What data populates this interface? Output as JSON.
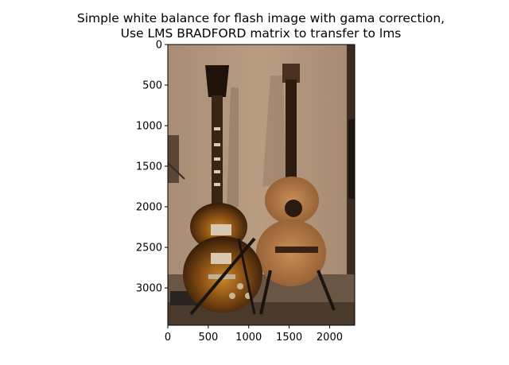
{
  "title_lines": [
    "Simple white balance for flash image with gama correction,",
    "Use LMS BRADFORD matrix to transfer to lms"
  ],
  "chart_data": {
    "type": "image",
    "title": "Simple white balance for flash image with gama correction,\nUse LMS BRADFORD matrix to transfer to lms",
    "image_extent": {
      "width": 2310,
      "height": 3460
    },
    "xlim": [
      0,
      2310
    ],
    "ylim": [
      3460,
      0
    ],
    "x_ticks": [
      0,
      500,
      1000,
      1500,
      2000
    ],
    "y_ticks": [
      0,
      500,
      1000,
      1500,
      2000,
      2500,
      3000
    ],
    "image_content": "photo of an electric guitar and an acoustic guitar on stands against a wall",
    "colors": {
      "wall": "#b69a80",
      "floor": "#5a4a3a",
      "sunburst": "#3b2412",
      "acoustic_top": "#b07a48"
    }
  }
}
